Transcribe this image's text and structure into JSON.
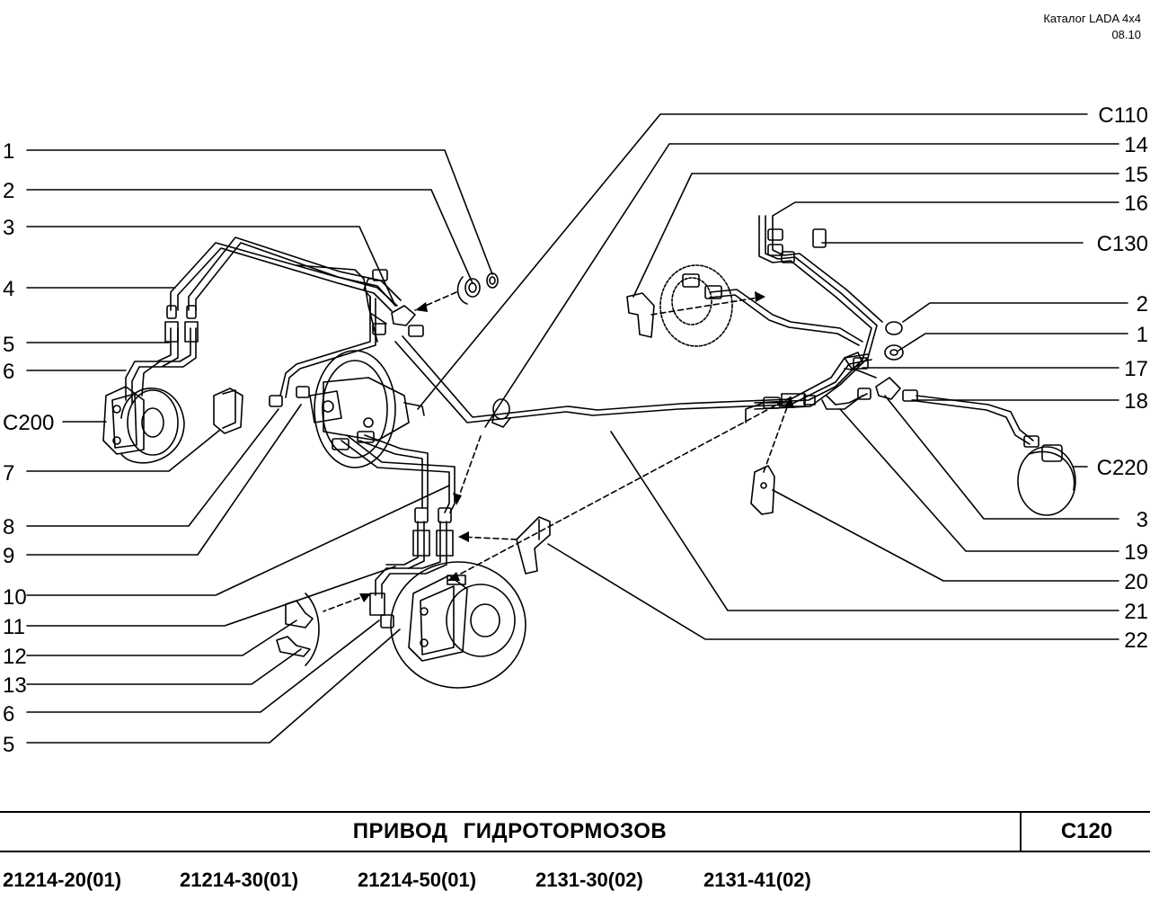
{
  "header": {
    "catalog": "Каталог  LADA  4x4",
    "date": "08.10"
  },
  "title": {
    "name": "ПРИВОД   ГИДРОТОРМОЗОВ",
    "code": "C120"
  },
  "models": [
    "21214-20(01)",
    "21214-30(01)",
    "21214-50(01)",
    "2131-30(02)",
    "2131-41(02)"
  ],
  "callouts_left": [
    "1",
    "2",
    "3",
    "4",
    "5",
    "6",
    "C200",
    "7",
    "8",
    "9",
    "10",
    "11",
    "12",
    "13",
    "6",
    "5"
  ],
  "callouts_right": [
    "C110",
    "14",
    "15",
    "16",
    "C130",
    "2",
    "1",
    "17",
    "18",
    "C220",
    "3",
    "19",
    "20",
    "21",
    "22"
  ]
}
